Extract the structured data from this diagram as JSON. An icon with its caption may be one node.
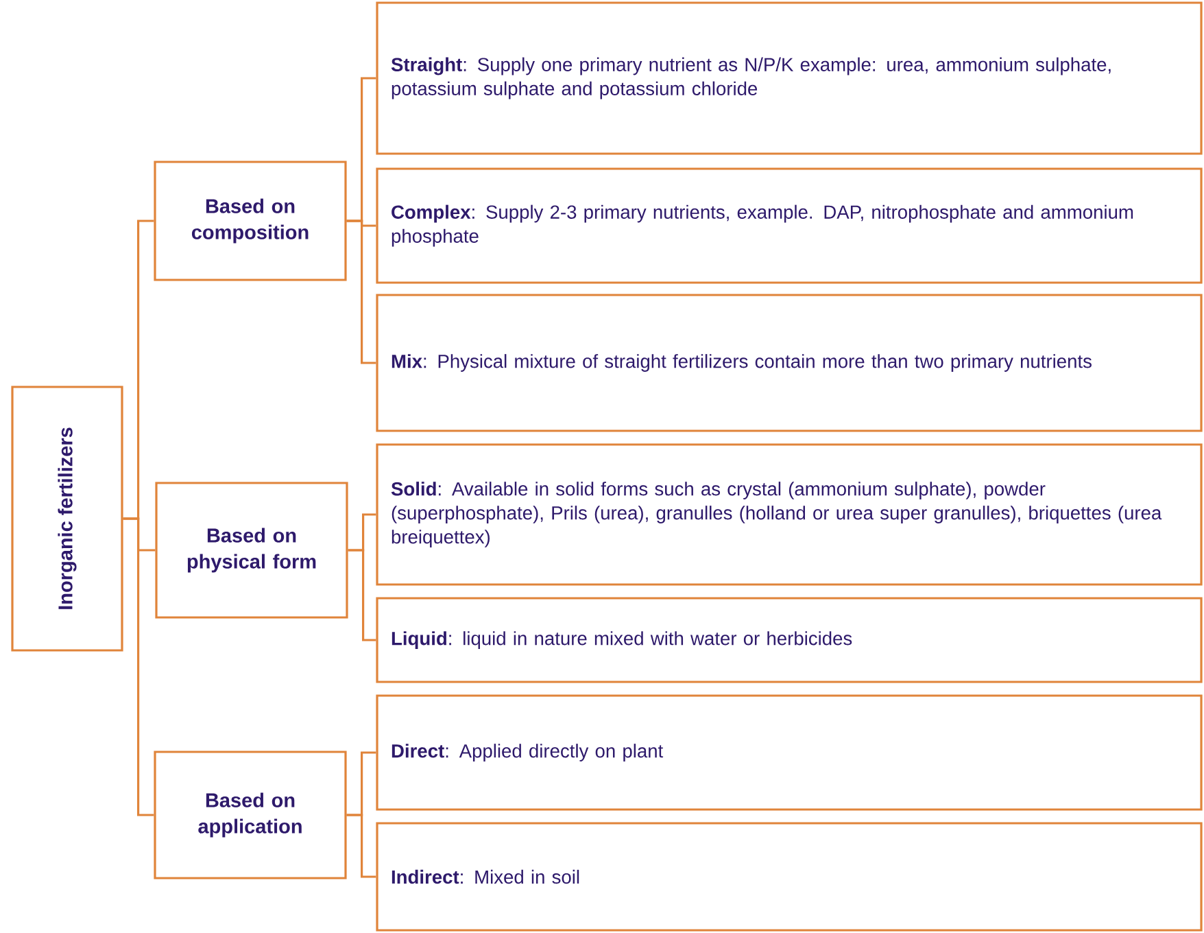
{
  "diagram": {
    "nodes": [
      {
        "text": [
          "Inorganic fertilizers"
        ]
      },
      {
        "text": [
          "Based on composition"
        ]
      },
      {
        "text": [
          "**Straight**: Supply one primary nutrient as N/P/K example: urea, ammonium sulphate, potassium sulphate and potassium chloride"
        ]
      },
      {
        "text": [
          "**Complex**: Supply 2-3 primary nutrients, example. DAP, nitrophosphate and ammonium phosphate"
        ]
      },
      {
        "text": [
          "**Mix**: Physical mixture of straight fertilizers contain more than two primary nutrients"
        ]
      },
      {
        "text": [
          "Based on physical form"
        ]
      },
      {
        "text": [
          "**Solid**: Available in solid forms such as crystal (ammonium sulphate), powder (superphosphate), Prils (urea), granulles (holland or urea super granulles), briquettes (urea breiquettex)"
        ]
      },
      {
        "text": [
          "**Liquid**: liquid in nature mixed with water or herbicides"
        ]
      },
      {
        "text": [
          "Based on application"
        ]
      },
      {
        "text": [
          "**Direct**: Applied directly on plant"
        ]
      },
      {
        "text": [
          "**Indirect**: Mixed in soil"
        ]
      }
    ],
    "edges": [
      {
        "from": 0,
        "to": 1,
        "arrow": "none"
      },
      {
        "from": 0,
        "to": 5,
        "arrow": "none"
      },
      {
        "from": 0,
        "to": 8,
        "arrow": "none"
      },
      {
        "from": 1,
        "to": 2,
        "arrow": "none"
      },
      {
        "from": 1,
        "to": 3,
        "arrow": "none"
      },
      {
        "from": 1,
        "to": 4,
        "arrow": "none"
      },
      {
        "from": 5,
        "to": 6,
        "arrow": "none"
      },
      {
        "from": 5,
        "to": 7,
        "arrow": "none"
      },
      {
        "from": 8,
        "to": 9,
        "arrow": "none"
      },
      {
        "from": 8,
        "to": 10,
        "arrow": "none"
      }
    ]
  }
}
